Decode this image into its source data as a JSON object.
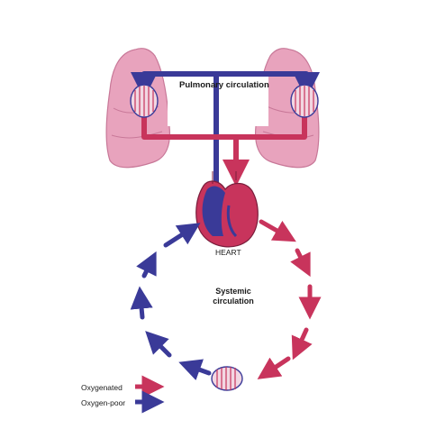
{
  "labels": {
    "pulmonary": "Pulmonary circulation",
    "heart": "HEART",
    "systemic_line1": "Systemic",
    "systemic_line2": "circulation"
  },
  "legend": [
    {
      "label": "Oxygenated",
      "color": "#c8345c"
    },
    {
      "label": "Oxygen-poor",
      "color": "#3a3a98"
    }
  ],
  "colors": {
    "oxygenated": "#c8345c",
    "oxygen_poor": "#3a3a98",
    "lung_fill": "#e8a3bd",
    "lung_shade": "#d27a9b",
    "label_box": "#ffffff"
  }
}
